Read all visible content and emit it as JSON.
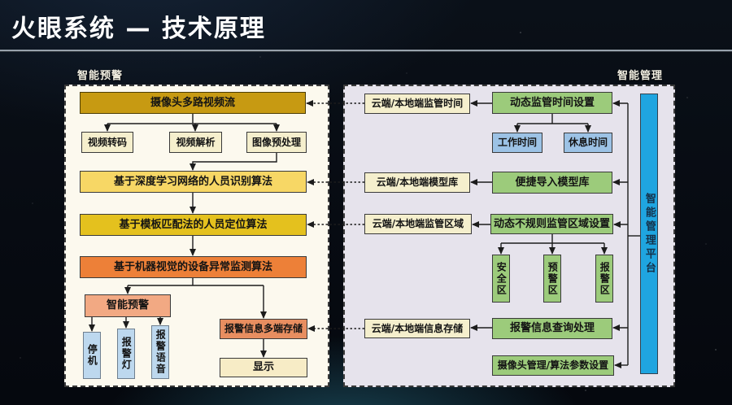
{
  "title": "火眼系统 — 技术原理",
  "panels": {
    "left": {
      "label": "智能预警",
      "nodes": {
        "camera_stream": "摄像头多路视频流",
        "video_transcode": "视频转码",
        "video_parse": "视频解析",
        "image_preprocess": "图像预处理",
        "person_recognition": "基于深度学习网络的人员识别算法",
        "person_location": "基于模板匹配法的人员定位算法",
        "device_anomaly": "基于机器视觉的设备异常监测算法",
        "smart_warning": "智能预警",
        "stop_machine": "停机",
        "alarm_light": "报警灯",
        "alarm_voice": "报警语音",
        "multi_storage": "报警信息多端存储",
        "display": "显示"
      }
    },
    "right": {
      "label": "智能管理",
      "nodes": {
        "cloud_time": "云端/本地端监管时间",
        "time_setting": "动态监管时间设置",
        "work_time": "工作时间",
        "rest_time": "休息时间",
        "cloud_model": "云端/本地端模型库",
        "model_import": "便捷导入模型库",
        "cloud_region": "云端/本地端监管区域",
        "region_setting": "动态不规则监管区域设置",
        "safe_zone": "安全区",
        "warning_zone": "预警区",
        "alarm_zone": "报警区",
        "cloud_info": "云端/本地端信息存储",
        "info_query": "报警信息查询处理",
        "camera_param": "摄像头管理/算法参数设置",
        "platform": "智能管理平台"
      }
    }
  },
  "colors": {
    "dark_gold": "#C79A12",
    "cream": "#F5EFCD",
    "light_gold": "#F7D765",
    "gold": "#E4C11E",
    "orange": "#ED8038",
    "salmon": "#F2A983",
    "salmon_dark": "#E88E60",
    "light_blue": "#BDD8EE",
    "pale_yellow": "#F7ECC6",
    "green": "#9CCB7B",
    "blue_box": "#9CC2E5",
    "platform_blue": "#1FA5E0",
    "left_panel_bg": "#FCF9EE",
    "right_panel_bg": "#E6E3EC",
    "background": "#070B12"
  }
}
